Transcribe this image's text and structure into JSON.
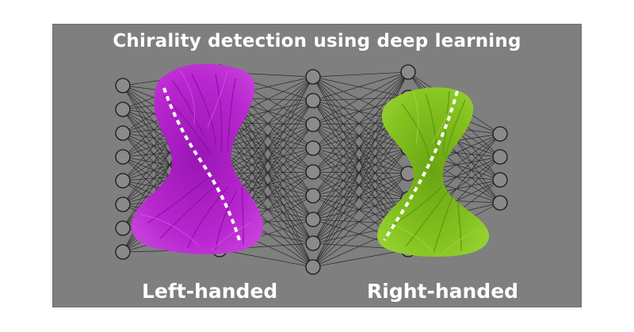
{
  "title": "Chirality detection using deep learning",
  "labels": {
    "left": "Left-handed",
    "right": "Right-handed"
  },
  "colors": {
    "background": "#7f7f7f",
    "left_helix": "#b020c8",
    "right_helix": "#7fbf1e",
    "network_lines": "#1a1a1a",
    "text": "#ffffff"
  }
}
